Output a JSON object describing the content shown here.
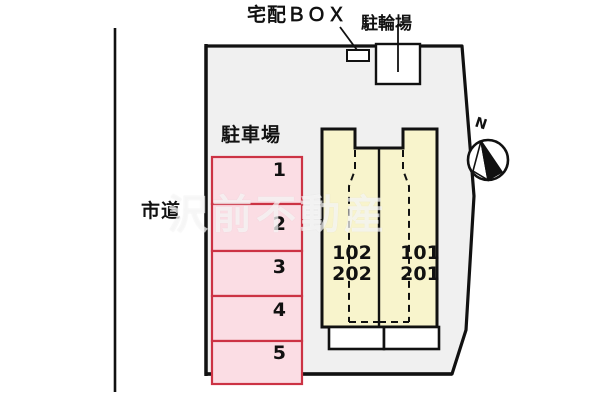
{
  "diagram": {
    "title": "apartment-site-plan",
    "colors": {
      "site_fill": "#f0f0f0",
      "site_stroke": "#111111",
      "building_fill": "#f8f4cc",
      "building_stroke": "#111111",
      "parking_fill": "#fbdde4",
      "parking_stroke": "#cc3344",
      "box_fill": "#ffffff",
      "text": "#111111",
      "watermark": "#ffffff"
    }
  },
  "labels": {
    "delivery_box": "宅配ＢＯＸ",
    "bicycle_parking": "駐輪場",
    "parking_lot": "駐車場",
    "city_road": "市道"
  },
  "parking": {
    "heading": "駐車場",
    "stalls": [
      {
        "number": "1"
      },
      {
        "number": "2"
      },
      {
        "number": "3"
      },
      {
        "number": "4"
      },
      {
        "number": "5"
      }
    ]
  },
  "building": {
    "left_unit": {
      "upper": "202",
      "lower": "102",
      "line1": "102",
      "line2": "202"
    },
    "right_unit": {
      "upper": "201",
      "lower": "101",
      "line1": "101",
      "line2": "201"
    }
  },
  "compass": {
    "north_label": "N"
  },
  "watermark": {
    "text": "沢前不動産"
  }
}
